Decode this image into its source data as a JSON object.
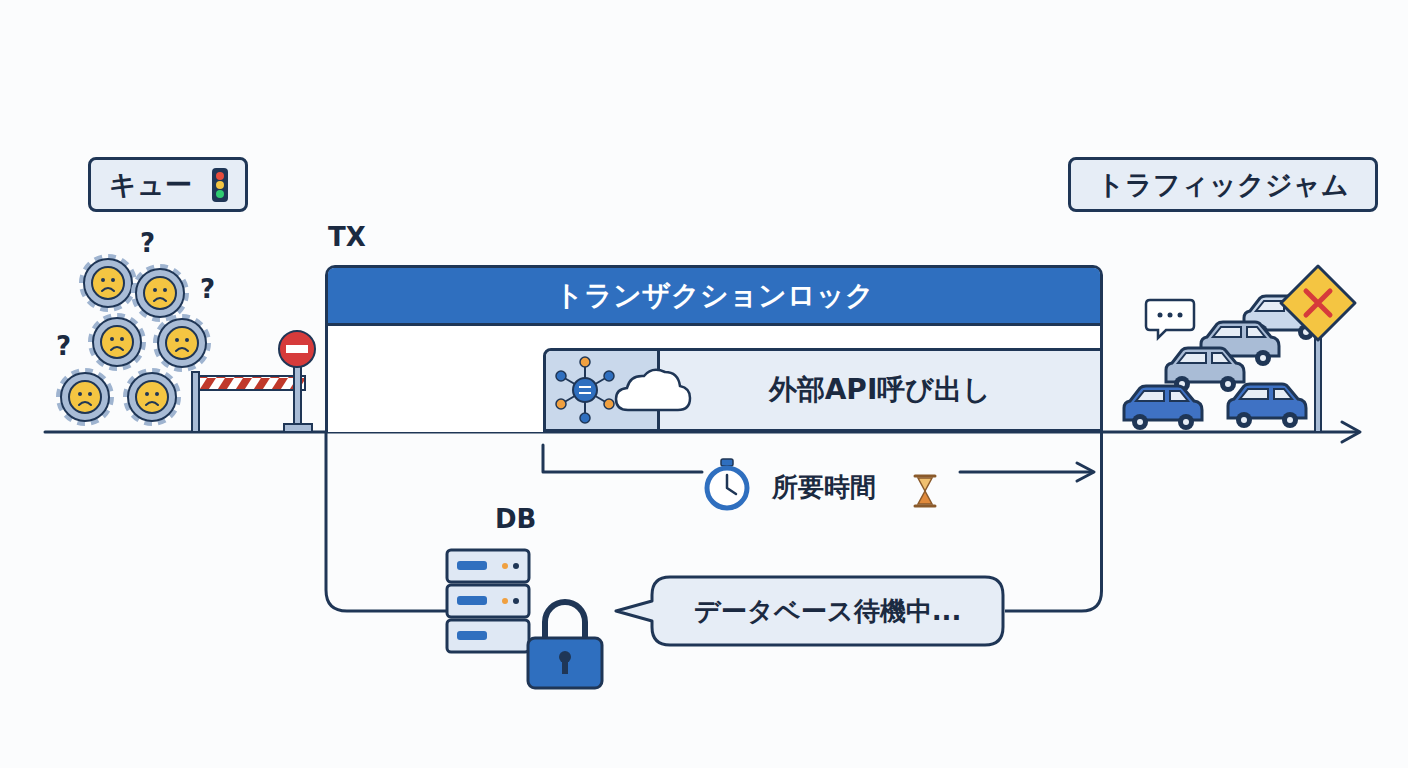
{
  "diagram": {
    "nodes": [
      {
        "text": [
          "キュー"
        ]
      },
      {
        "text": [
          "トラフィックジャム"
        ]
      },
      {
        "text": [
          "TX",
          "トランザクションロック"
        ]
      },
      {
        "text": [
          "外部API呼び出し"
        ],
        "in": 2
      },
      {
        "text": [
          "データベース待機中..."
        ]
      }
    ],
    "edges": [
      {
        "from": 2,
        "to": 4,
        "arrow": "none"
      }
    ],
    "labels": [
      "?",
      "?",
      "?",
      "所要時間",
      "DB"
    ]
  }
}
